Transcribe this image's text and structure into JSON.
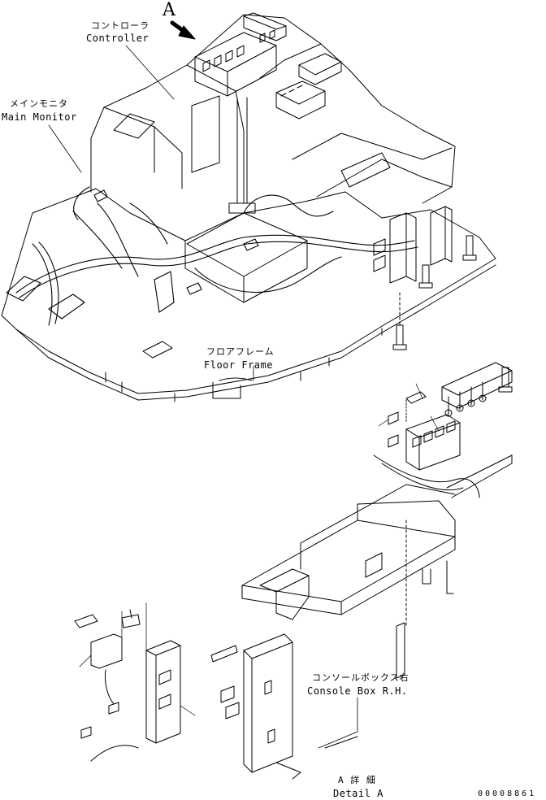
{
  "view_marker": "A",
  "labels": {
    "controller_jp": "コントローラ",
    "controller_en": "Controller",
    "main_monitor_jp": "メインモニタ",
    "main_monitor_en": "Main Monitor",
    "floor_frame_jp": "フロアフレーム",
    "floor_frame_en": "Floor Frame",
    "console_box_jp": "コンソールボックス右",
    "console_box_en": "Console Box R.H.",
    "detail_jp": "A 詳 細",
    "detail_en": "Detail A"
  },
  "drawing_number": "00008861",
  "colors": {
    "line": "#000000",
    "background": "#ffffff"
  }
}
